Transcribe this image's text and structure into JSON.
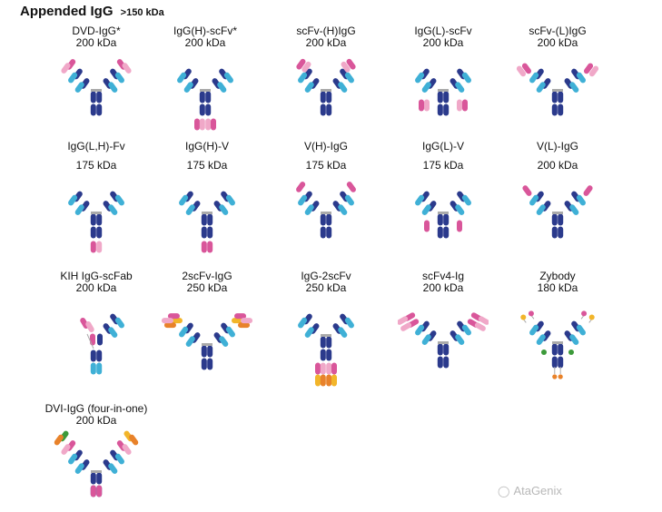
{
  "header": {
    "title": "Appended IgG",
    "subtitle": ">150 kDa"
  },
  "colors": {
    "dark": "#2b3a8c",
    "light": "#3fb0d6",
    "pink": "#d9569a",
    "pale_pink": "#f0a8c8",
    "yellow": "#f2b52a",
    "green": "#3c9a3a",
    "orange": "#e8822a",
    "gray": "#aaaaaa"
  },
  "formats": [
    {
      "name": "DVD-IgG*",
      "mass": "200 kDa",
      "variant": "dvd"
    },
    {
      "name": "IgG(H)-scFv*",
      "mass": "200 kDa",
      "variant": "h_scfv"
    },
    {
      "name": "scFv-(H)IgG",
      "mass": "200 kDa",
      "variant": "scfv_h"
    },
    {
      "name": "IgG(L)-scFv",
      "mass": "200 kDa",
      "variant": "l_scfv"
    },
    {
      "name": "scFv-(L)IgG",
      "mass": "200 kDa",
      "variant": "scfv_l"
    },
    {
      "name": "IgG(L,H)-Fv",
      "mass": "175 kDa",
      "variant": "lh_fv"
    },
    {
      "name": "IgG(H)-V",
      "mass": "175 kDa",
      "variant": "h_v"
    },
    {
      "name": "V(H)-IgG",
      "mass": "175 kDa",
      "variant": "v_h"
    },
    {
      "name": "IgG(L)-V",
      "mass": "175 kDa",
      "variant": "l_v"
    },
    {
      "name": "V(L)-IgG",
      "mass": "200 kDa",
      "variant": "v_l"
    },
    {
      "name": "KIH IgG-scFab",
      "mass": "200 kDa",
      "variant": "kih"
    },
    {
      "name": "2scFv-IgG",
      "mass": "250 kDa",
      "variant": "twoscfv"
    },
    {
      "name": "IgG-2scFv",
      "mass": "250 kDa",
      "variant": "igg2scfv"
    },
    {
      "name": "scFv4-Ig",
      "mass": "200 kDa",
      "variant": "scfv4"
    },
    {
      "name": "Zybody",
      "mass": "180 kDa",
      "variant": "zybody"
    },
    {
      "name": "DVI-IgG (four-in-one)",
      "mass": "200 kDa",
      "variant": "dvi"
    }
  ],
  "watermark": {
    "icon": "wechat-icon",
    "text": "AtaGenix"
  }
}
